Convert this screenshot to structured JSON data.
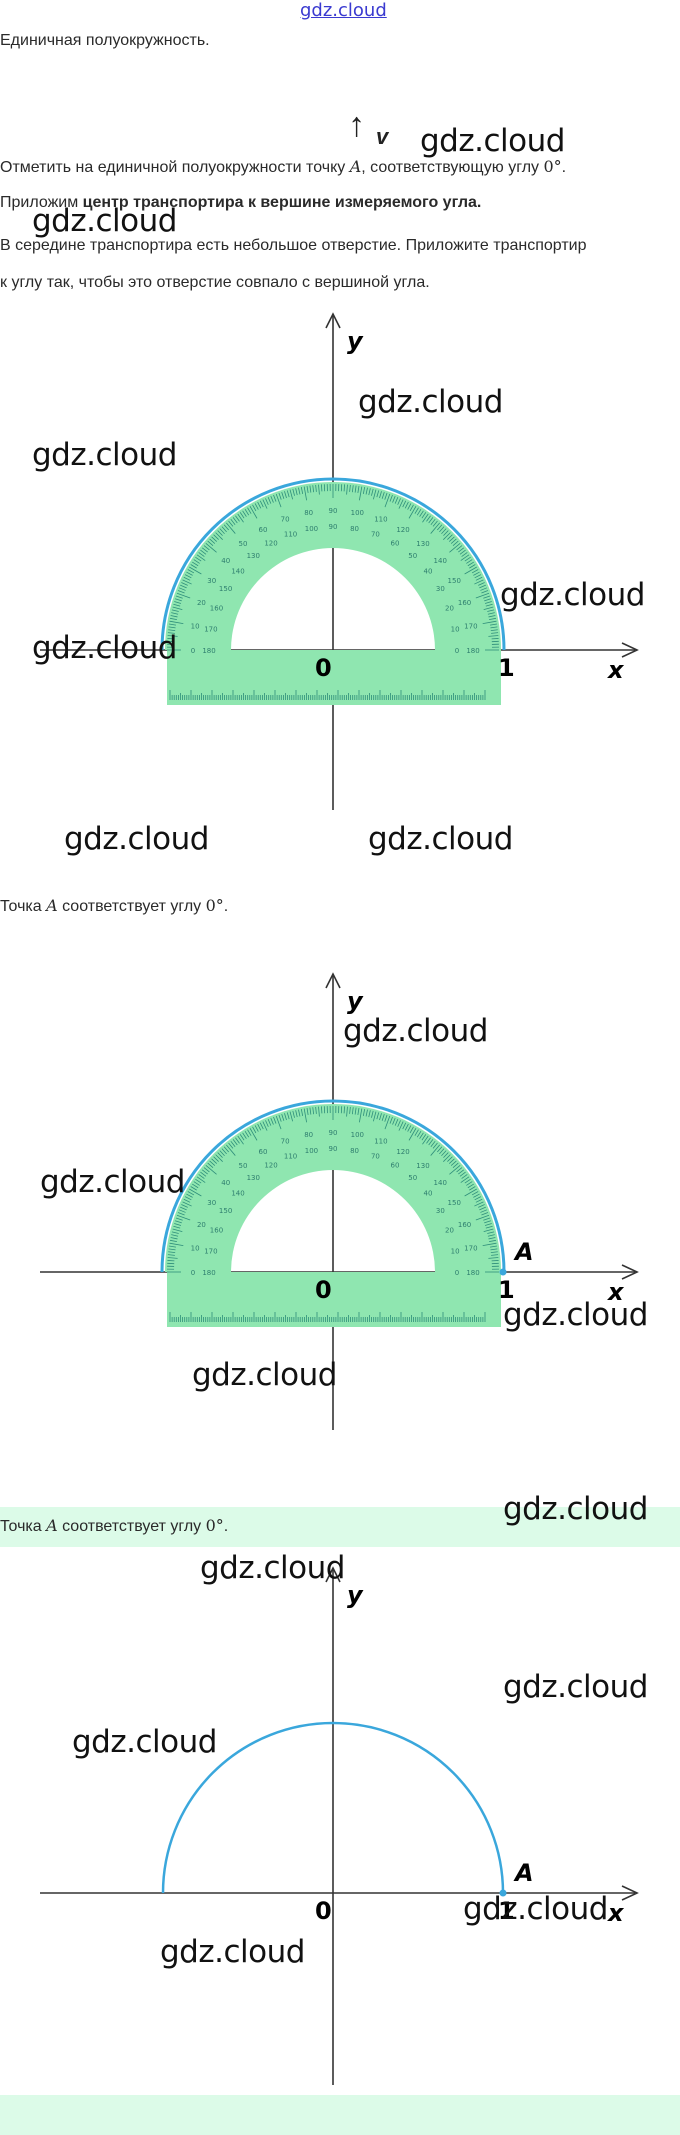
{
  "header": {
    "site_link": "gdz.cloud"
  },
  "watermark": "gdz.cloud",
  "content": {
    "title": "Единичная полуокружность.",
    "arrow_label": "v",
    "task_pre": "Отметить на единичной полуокружности точку ",
    "task_point": "A",
    "task_mid": ", соответствующую углу ",
    "task_angle": "0°",
    "task_end": ".",
    "step1_pre": "Приложим ",
    "step1_bold": "центр транспортира к вершине измеряемого угла.",
    "step2_line1": "В середине транспортира есть небольшое отверстие. Приложите транспортир",
    "step2_line2": "к углу так, чтобы это отверстие совпало с вершиной угла.",
    "result_pre": "Точка ",
    "result_point": "A",
    "result_mid": " соответствует углу ",
    "result_angle": "0°",
    "result_end": "."
  },
  "figures": {
    "axis_x": "x",
    "axis_y": "y",
    "origin": "0",
    "unit": "1",
    "point": "A",
    "protractor_color": "#8fe6b0",
    "arc_color": "#3aa7dc"
  }
}
